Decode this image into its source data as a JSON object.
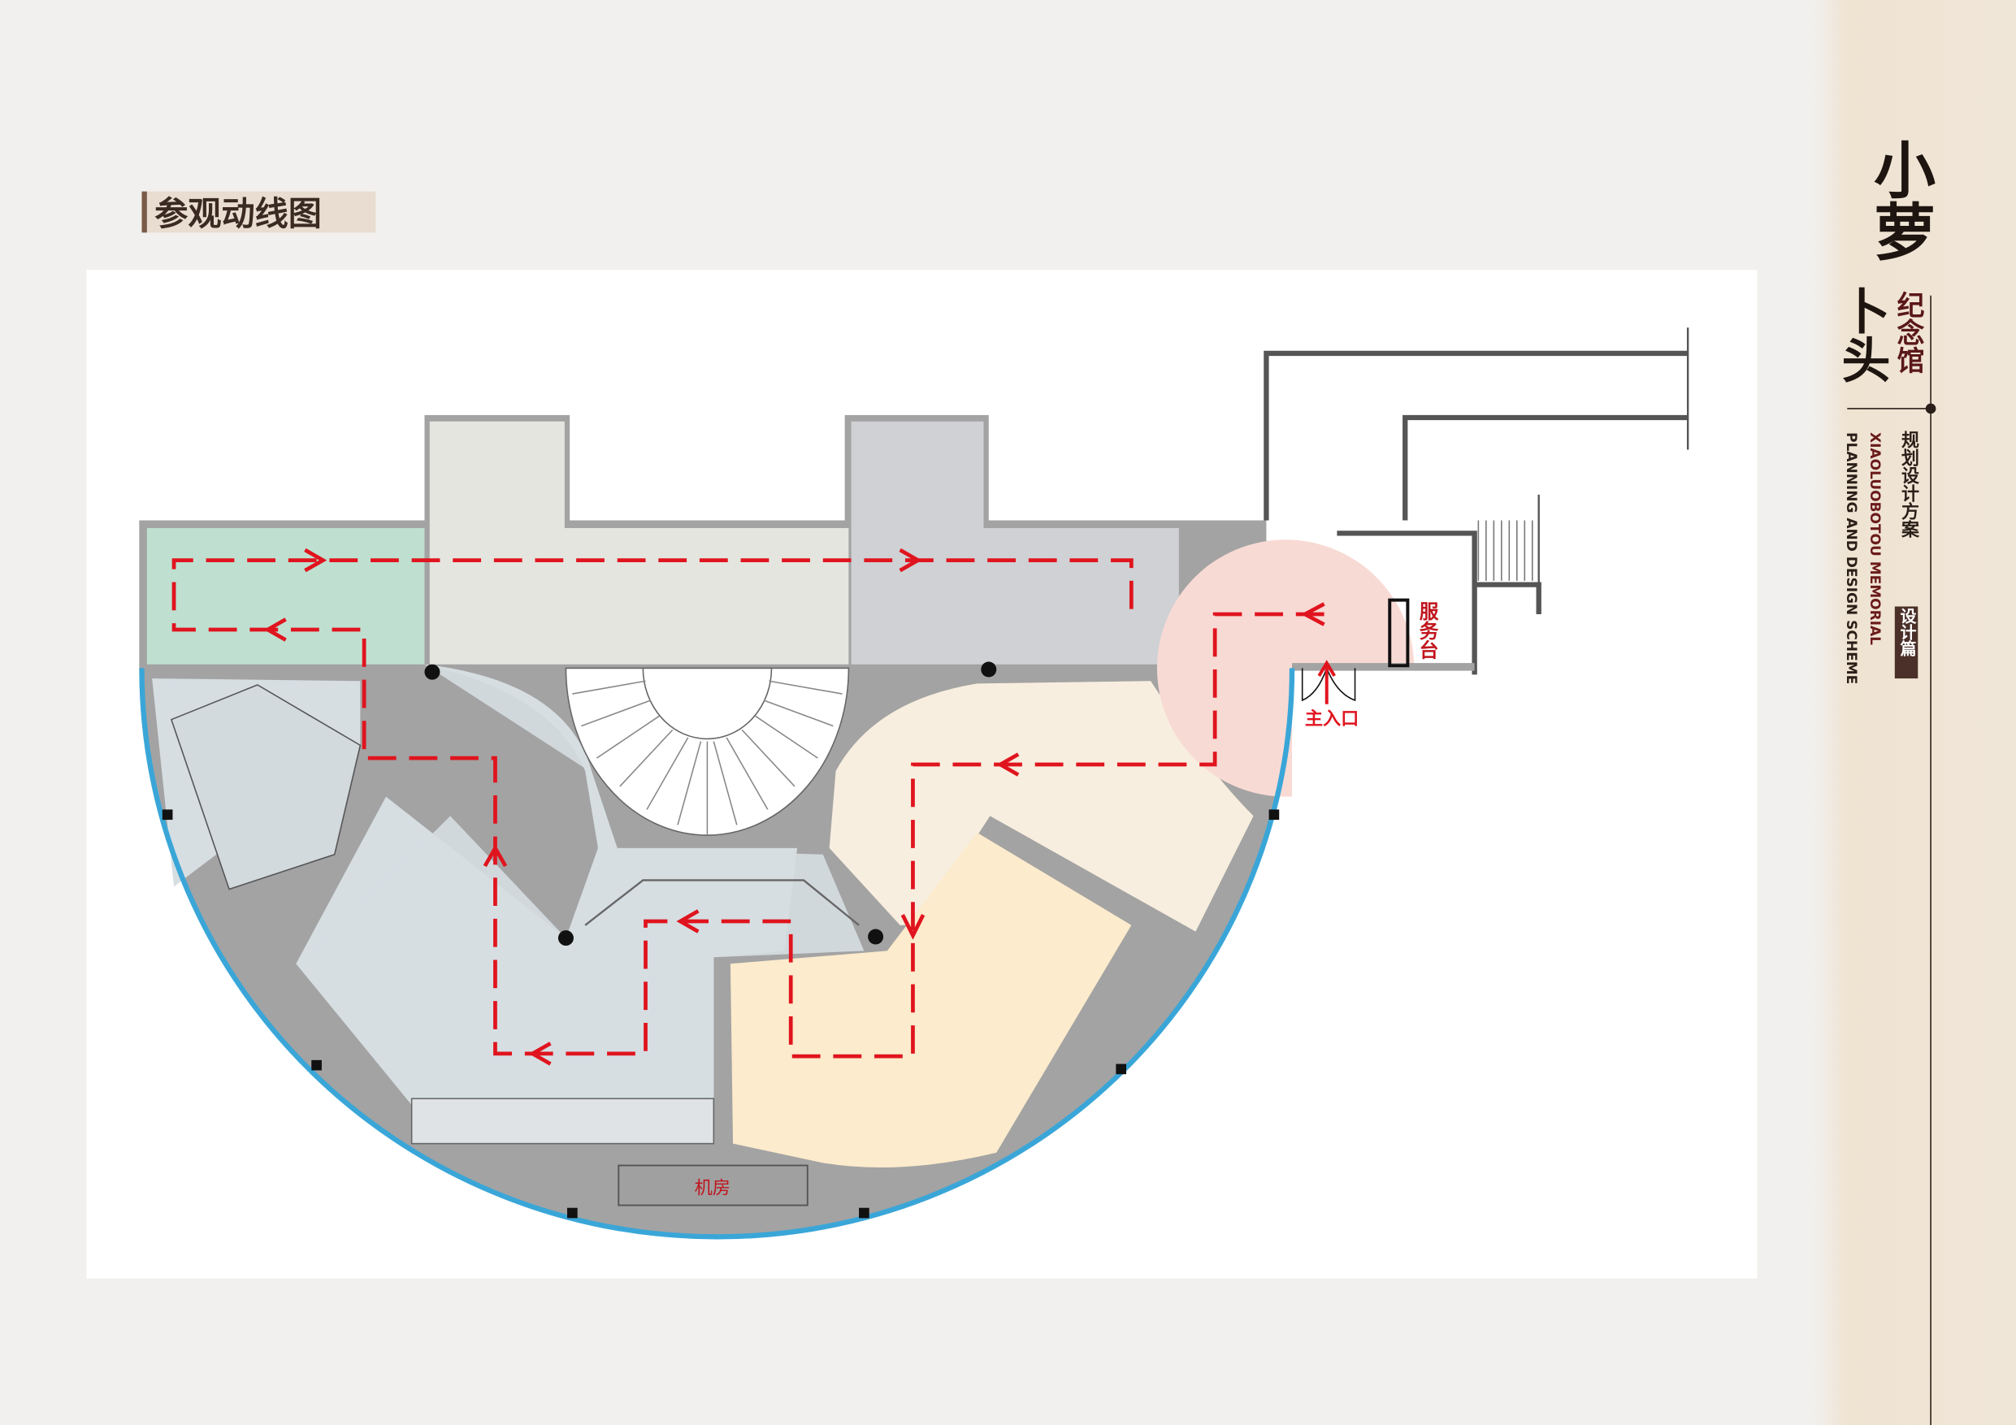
{
  "page_title": "参观动线图",
  "sidebar": {
    "title_main_1": "小萝",
    "title_main_2": "卜头",
    "title_sub": "纪念馆",
    "plan_label": "规划设计方案",
    "english_1": "XIAOLUOBOTOU MEMORIAL",
    "english_2": "PLANNING AND DESIGN SCHEME",
    "section_badge": "设计篇"
  },
  "plan": {
    "service_desk_label": "服务台",
    "main_entrance_label": "主入口",
    "machine_room_label": "机房",
    "route_color": "#e0141e",
    "glass_wall_color": "#3aa6d8"
  }
}
